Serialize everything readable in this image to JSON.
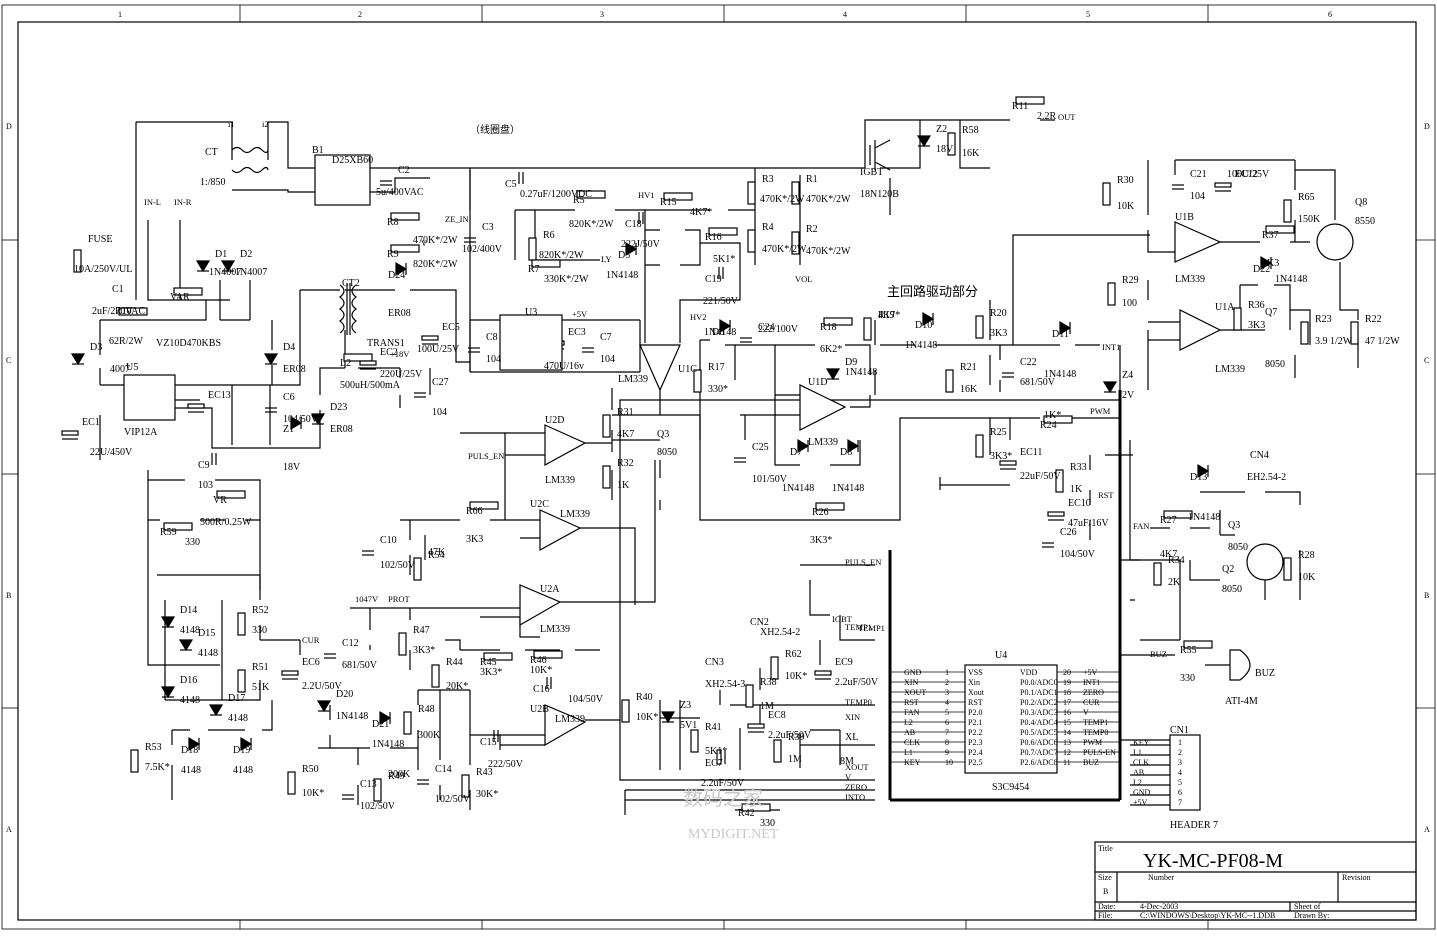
{
  "title_block": {
    "title_label": "Title",
    "title": "YK-MC-PF08-M",
    "size_label": "Size",
    "size": "B",
    "number_label": "Number",
    "revision_label": "Revision",
    "date_label": "Date:",
    "date": "4-Dec-2003",
    "sheet_label": "Sheet  of",
    "file_label": "File:",
    "file": "C:\\WINDOWS\\Desktop\\YK-MC--1.DDB",
    "drawn_label": "Drawn By:"
  },
  "border": {
    "columns": [
      "1",
      "2",
      "3",
      "4",
      "5",
      "6"
    ],
    "rows": [
      "D",
      "C",
      "B",
      "A"
    ]
  },
  "annotations": {
    "coil": "（线圈盘）",
    "main_drive": "主回路驱动部分",
    "watermark_cn": "数码之家",
    "watermark_en": "MYDIGIT.NET"
  },
  "components": [
    {
      "id": "FUSE",
      "ref": "FUSE",
      "val": "10A/250V/UL"
    },
    {
      "id": "C1",
      "ref": "C1",
      "val": "2uF/270VAC"
    },
    {
      "id": "VAR",
      "ref": "VAR",
      "val": "VZ10D470KBS"
    },
    {
      "id": "R10",
      "ref": "R10",
      "val": "62R/2W"
    },
    {
      "id": "CT",
      "ref": "CT",
      "val": "1:/850"
    },
    {
      "id": "B1",
      "ref": "B1",
      "val": "D25XB60"
    },
    {
      "id": "C2",
      "ref": "C2",
      "val": "5u/400VAC"
    },
    {
      "id": "R8",
      "ref": "R8",
      "val": "470K*/2W"
    },
    {
      "id": "R9",
      "ref": "R9",
      "val": "820K*/2W"
    },
    {
      "id": "D1",
      "ref": "D1",
      "val": "1N4007"
    },
    {
      "id": "D2",
      "ref": "D2",
      "val": "1N4007"
    },
    {
      "id": "C3",
      "ref": "C3",
      "val": "102/400V"
    },
    {
      "id": "C5",
      "ref": "C5",
      "val": "0.27uF/1200VDC"
    },
    {
      "id": "R5",
      "ref": "R5",
      "val": "820K*/2W"
    },
    {
      "id": "R6",
      "ref": "R6",
      "val": "820K*/2W"
    },
    {
      "id": "R7",
      "ref": "R7",
      "val": "330K*/2W"
    },
    {
      "id": "R15",
      "ref": "R15",
      "val": "4K7*"
    },
    {
      "id": "C18",
      "ref": "C18",
      "val": "222J/50V"
    },
    {
      "id": "R16",
      "ref": "R16",
      "val": "5K1*"
    },
    {
      "id": "D5",
      "ref": "D5",
      "val": "1N4148"
    },
    {
      "id": "C19",
      "ref": "C19",
      "val": "221/50V"
    },
    {
      "id": "R3",
      "ref": "R3",
      "val": "470K*/2W"
    },
    {
      "id": "R4",
      "ref": "R4",
      "val": "470K*/2W"
    },
    {
      "id": "R1",
      "ref": "R1",
      "val": "470K*/2W"
    },
    {
      "id": "R2",
      "ref": "R2",
      "val": "470K*/2W"
    },
    {
      "id": "IGBT",
      "ref": "IGBT",
      "val": "18N120B"
    },
    {
      "id": "Z2",
      "ref": "Z2",
      "val": "18V"
    },
    {
      "id": "R58",
      "ref": "R58",
      "val": "16K"
    },
    {
      "id": "R11",
      "ref": "R11",
      "val": "2.2R"
    },
    {
      "id": "D3",
      "ref": "D3",
      "val": "4007"
    },
    {
      "id": "U5",
      "ref": "U5",
      "val": "VIP12A"
    },
    {
      "id": "EC1",
      "ref": "EC1",
      "val": "22U/450V"
    },
    {
      "id": "EC13",
      "ref": "EC13",
      "val": ""
    },
    {
      "id": "C6",
      "ref": "C6",
      "val": "104/50V"
    },
    {
      "id": "D4",
      "ref": "D4",
      "val": "ER08"
    },
    {
      "id": "D23",
      "ref": "D23",
      "val": "ER08"
    },
    {
      "id": "D24",
      "ref": "D24",
      "val": "ER08"
    },
    {
      "id": "Z1",
      "ref": "Z1",
      "val": "18V"
    },
    {
      "id": "CT2",
      "ref": "CT2",
      "val": "TRANS1"
    },
    {
      "id": "L2",
      "ref": "L2",
      "val": "500uH/500mA"
    },
    {
      "id": "EC2",
      "ref": "EC2",
      "val": "220U/25V"
    },
    {
      "id": "C27",
      "ref": "C27",
      "val": "104"
    },
    {
      "id": "EC5",
      "ref": "EC5",
      "val": "100U/25V"
    },
    {
      "id": "C8",
      "ref": "C8",
      "val": "104"
    },
    {
      "id": "U3",
      "ref": "U3",
      "val": ""
    },
    {
      "id": "EC3",
      "ref": "EC3",
      "val": "470U/16v"
    },
    {
      "id": "C7",
      "ref": "C7",
      "val": "104"
    },
    {
      "id": "U1C",
      "ref": "U1C",
      "val": "LM339"
    },
    {
      "id": "D6",
      "ref": "D6",
      "val": "1N4148"
    },
    {
      "id": "C24",
      "ref": "C24",
      "val": "222/100V"
    },
    {
      "id": "R18",
      "ref": "R18",
      "val": "6K2*"
    },
    {
      "id": "R19",
      "ref": "R19",
      "val": "4K7*"
    },
    {
      "id": "R17",
      "ref": "R17",
      "val": "330*"
    },
    {
      "id": "U1D",
      "ref": "U1D",
      "val": "LM339"
    },
    {
      "id": "D9",
      "ref": "D9",
      "val": "1N4148"
    },
    {
      "id": "D10",
      "ref": "D10",
      "val": "1N4148"
    },
    {
      "id": "C25",
      "ref": "C25",
      "val": "101/50V"
    },
    {
      "id": "D7",
      "ref": "D7",
      "val": "1N4148"
    },
    {
      "id": "D8",
      "ref": "D8",
      "val": "1N4148"
    },
    {
      "id": "R20",
      "ref": "R20",
      "val": "3K3"
    },
    {
      "id": "R21",
      "ref": "R21",
      "val": "16K"
    },
    {
      "id": "C22",
      "ref": "C22",
      "val": "681/50V"
    },
    {
      "id": "D11",
      "ref": "D11",
      "val": "1N4148"
    },
    {
      "id": "R24",
      "ref": "R24",
      "val": "1K*"
    },
    {
      "id": "R25",
      "ref": "R25",
      "val": "3K3*"
    },
    {
      "id": "EC11",
      "ref": "EC11",
      "val": "22uF/50V"
    },
    {
      "id": "R26",
      "ref": "R26",
      "val": "3K3*"
    },
    {
      "id": "U2D",
      "ref": "U2D",
      "val": "LM339"
    },
    {
      "id": "R31",
      "ref": "R31",
      "val": "4K7"
    },
    {
      "id": "R32",
      "ref": "R32",
      "val": "1K"
    },
    {
      "id": "Q3A",
      "ref": "Q3",
      "val": "8050"
    },
    {
      "id": "C9",
      "ref": "C9",
      "val": "103"
    },
    {
      "id": "VR",
      "ref": "VR",
      "val": "500R/0.25W"
    },
    {
      "id": "R59",
      "ref": "R59",
      "val": "330"
    },
    {
      "id": "U2C",
      "ref": "U2C",
      "val": "LM339"
    },
    {
      "id": "R66",
      "ref": "R66",
      "val": "3K3"
    },
    {
      "id": "C10",
      "ref": "C10",
      "val": "102/50V"
    },
    {
      "id": "R54",
      "ref": "R54",
      "val": "47K"
    },
    {
      "id": "D14",
      "ref": "D14",
      "val": "4148"
    },
    {
      "id": "D15",
      "ref": "D15",
      "val": "4148"
    },
    {
      "id": "D16",
      "ref": "D16",
      "val": "4148"
    },
    {
      "id": "D17",
      "ref": "D17",
      "val": "4148"
    },
    {
      "id": "R52",
      "ref": "R52",
      "val": "330"
    },
    {
      "id": "R51",
      "ref": "R51",
      "val": "51K"
    },
    {
      "id": "EC6",
      "ref": "EC6",
      "val": "2.2U/50V"
    },
    {
      "id": "R53",
      "ref": "R53",
      "val": "7.5K*"
    },
    {
      "id": "D18",
      "ref": "D18",
      "val": "4148"
    },
    {
      "id": "D19",
      "ref": "D19",
      "val": "4148"
    },
    {
      "id": "U2A",
      "ref": "U2A",
      "val": "LM339"
    },
    {
      "id": "C12",
      "ref": "C12",
      "val": "681/50V"
    },
    {
      "id": "R47",
      "ref": "R47",
      "val": "3K3*"
    },
    {
      "id": "R44",
      "ref": "R44",
      "val": "20K*"
    },
    {
      "id": "R45",
      "ref": "R45",
      "val": "3K3*"
    },
    {
      "id": "R46",
      "ref": "R46",
      "val": "10K*"
    },
    {
      "id": "C16",
      "ref": "C16",
      "val": "104/50V"
    },
    {
      "id": "D20",
      "ref": "D20",
      "val": "1N4148"
    },
    {
      "id": "D21",
      "ref": "D21",
      "val": "1N4148"
    },
    {
      "id": "R48",
      "ref": "R48",
      "val": "300K"
    },
    {
      "id": "R49",
      "ref": "R49",
      "val": "200K"
    },
    {
      "id": "R50",
      "ref": "R50",
      "val": "10K*"
    },
    {
      "id": "C13",
      "ref": "C13",
      "val": "102/50V"
    },
    {
      "id": "C14",
      "ref": "C14",
      "val": "102/50V"
    },
    {
      "id": "R43",
      "ref": "R43",
      "val": "30K*"
    },
    {
      "id": "U2B",
      "ref": "U2B",
      "val": "LM339"
    },
    {
      "id": "C15",
      "ref": "C15",
      "val": "222/50V"
    },
    {
      "id": "R42",
      "ref": "R42",
      "val": "330"
    },
    {
      "id": "R40",
      "ref": "R40",
      "val": "10K*"
    },
    {
      "id": "Z3",
      "ref": "Z3",
      "val": "5V1"
    },
    {
      "id": "EC7",
      "ref": "EC7",
      "val": "2.2uF/50V"
    },
    {
      "id": "CN3",
      "ref": "CN3",
      "val": "XH2.54-3"
    },
    {
      "id": "R38",
      "ref": "R38",
      "val": "1M"
    },
    {
      "id": "R41",
      "ref": "R41",
      "val": "5K1*"
    },
    {
      "id": "EC8",
      "ref": "EC8",
      "val": "2.2uF/50V"
    },
    {
      "id": "R39",
      "ref": "R39",
      "val": "1M"
    },
    {
      "id": "XL",
      "ref": "XL",
      "val": "8M"
    },
    {
      "id": "CN2",
      "ref": "CN2",
      "val": "XH2.54-2"
    },
    {
      "id": "R62",
      "ref": "R62",
      "val": "10K*"
    },
    {
      "id": "EC9",
      "ref": "EC9",
      "val": "2.2uF/50V"
    },
    {
      "id": "U4",
      "ref": "U4",
      "val": "S3C9454"
    },
    {
      "id": "U1B",
      "ref": "U1B",
      "val": "LM339"
    },
    {
      "id": "U1A",
      "ref": "U1A",
      "val": "LM339"
    },
    {
      "id": "R30",
      "ref": "R30",
      "val": "10K"
    },
    {
      "id": "R29",
      "ref": "R29",
      "val": "100"
    },
    {
      "id": "Z4",
      "ref": "Z4",
      "val": "2V"
    },
    {
      "id": "C21",
      "ref": "C21",
      "val": "104"
    },
    {
      "id": "EC12",
      "ref": "EC12",
      "val": "100U/25V"
    },
    {
      "id": "R65",
      "ref": "R65",
      "val": "150K"
    },
    {
      "id": "R37",
      "ref": "R37",
      "val": "3K3"
    },
    {
      "id": "Q8",
      "ref": "Q8",
      "val": "8550"
    },
    {
      "id": "D22",
      "ref": "D22",
      "val": "1N4148"
    },
    {
      "id": "R36",
      "ref": "R36",
      "val": "3K3"
    },
    {
      "id": "Q7",
      "ref": "Q7",
      "val": "8050"
    },
    {
      "id": "R23",
      "ref": "R23",
      "val": "3.9 1/2W"
    },
    {
      "id": "R22",
      "ref": "R22",
      "val": "47 1/2W"
    },
    {
      "id": "R33",
      "ref": "R33",
      "val": "1K"
    },
    {
      "id": "EC10",
      "ref": "EC10",
      "val": "47uF/16V"
    },
    {
      "id": "C26",
      "ref": "C26",
      "val": "104/50V"
    },
    {
      "id": "D13",
      "ref": "D13",
      "val": "1N4148"
    },
    {
      "id": "CN4",
      "ref": "CN4",
      "val": "EH2.54-2"
    },
    {
      "id": "R27",
      "ref": "R27",
      "val": "4K7"
    },
    {
      "id": "R34",
      "ref": "R34",
      "val": "2K"
    },
    {
      "id": "Q3B",
      "ref": "Q3",
      "val": "8050"
    },
    {
      "id": "Q2",
      "ref": "Q2",
      "val": "8050"
    },
    {
      "id": "R28",
      "ref": "R28",
      "val": "10K"
    },
    {
      "id": "R55",
      "ref": "R55",
      "val": "330"
    },
    {
      "id": "BUZ",
      "ref": "BUZ",
      "val": "ATI-4M"
    },
    {
      "id": "CN1",
      "ref": "CN1",
      "val": "HEADER 7"
    }
  ],
  "u4_pins": {
    "left": [
      {
        "num": "1",
        "ext": "GND",
        "int": "VSS"
      },
      {
        "num": "2",
        "ext": "XIN",
        "int": "Xin"
      },
      {
        "num": "3",
        "ext": "XOUT",
        "int": "Xout"
      },
      {
        "num": "4",
        "ext": "RST",
        "int": "RST"
      },
      {
        "num": "5",
        "ext": "FAN",
        "int": "P2.0"
      },
      {
        "num": "6",
        "ext": "TEMP0",
        "int": "P2.1"
      },
      {
        "num": "7",
        "ext": "L2",
        "int": "P2.2"
      },
      {
        "num": "8",
        "ext": "AB",
        "int": "P2.3"
      },
      {
        "num": "9",
        "ext": "CLK",
        "int": "P2.4"
      },
      {
        "num": "10",
        "ext": "L1",
        "int": "P2.5"
      }
    ],
    "left_ext_rows": [
      "GND",
      "XIN",
      "XOUT",
      "RST",
      "FAN",
      "L2",
      "AB",
      "CLK",
      "L1",
      "KEY"
    ],
    "right": [
      {
        "num": "20",
        "ext": "+5V",
        "int": "VDD"
      },
      {
        "num": "19",
        "ext": "INT1",
        "int": "P0.0/ADC0"
      },
      {
        "num": "18",
        "ext": "ZERO",
        "int": "P0.1/ADC1"
      },
      {
        "num": "17",
        "ext": "CUR",
        "int": "P0.2/ADC2"
      },
      {
        "num": "16",
        "ext": "V",
        "int": "P0.3/ADC3"
      },
      {
        "num": "15",
        "ext": "TEMP1",
        "int": "P0.4/ADC4"
      },
      {
        "num": "14",
        "ext": "TEMP0",
        "int": "P0.5/ADC5"
      },
      {
        "num": "13",
        "ext": "PWM",
        "int": "P0.6/ADC6"
      },
      {
        "num": "12",
        "ext": "PULS-EN",
        "int": "P0.7/ADC7"
      },
      {
        "num": "11",
        "ext": "BUZ",
        "int": "P2.6/ADC8"
      }
    ]
  },
  "cn1_pins": [
    "KEY",
    "L1",
    "CLK",
    "AB",
    "L2",
    "GND",
    "+5V"
  ],
  "bus_nets": [
    "PULS_EN",
    "TEMP1",
    "TEMP0",
    "XIN",
    "XOUT",
    "V",
    "ZERO",
    "INTO",
    "BUZ",
    "FAN",
    "PWM",
    "INT1"
  ],
  "nets": {
    "out": "OUT",
    "vol": "VOL",
    "ze_in": "ZE_IN",
    "v": "V",
    "ly": "LY",
    "hv1": "HV1",
    "hv2": "HV2",
    "p5v": "+5V",
    "p18v": "+18V",
    "puls_en": "PULS_EN",
    "int1": "INT1",
    "pwm": "PWM",
    "rst": "RST",
    "fan": "FAN",
    "cur": "CUR",
    "prot": "PROT",
    "v1047": "1047V",
    "i1": "i1",
    "i2": "i2",
    "in_l": "IN-L",
    "in_r": "IN-R",
    "buz": "BUZ",
    "igbt_label": "IGBT",
    "temp1": "TEMP1"
  }
}
